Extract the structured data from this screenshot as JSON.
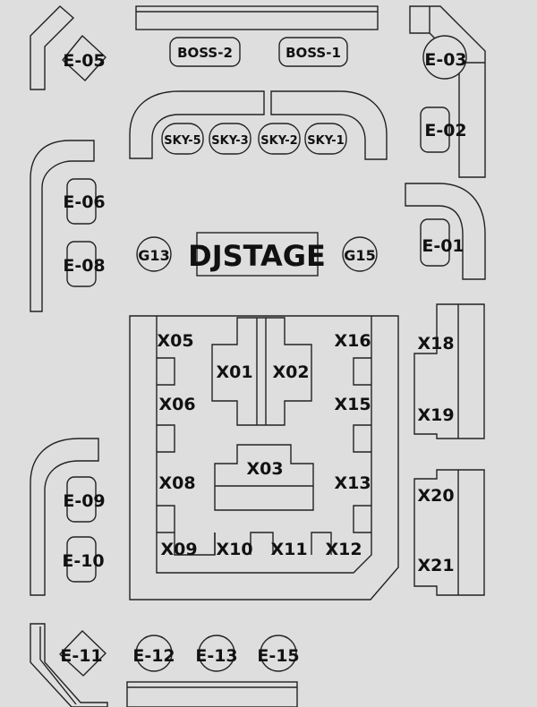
{
  "tables": {
    "e05": "E-05",
    "e03": "E-03",
    "e02": "E-02",
    "e01": "E-01",
    "e06": "E-06",
    "e08": "E-08",
    "e09": "E-09",
    "e10": "E-10",
    "e11": "E-11",
    "e12": "E-12",
    "e13": "E-13",
    "e15": "E-15",
    "boss2": "BOSS-2",
    "boss1": "BOSS-1",
    "sky5": "SKY-5",
    "sky3": "SKY-3",
    "sky2": "SKY-2",
    "sky1": "SKY-1",
    "g13": "G13",
    "g15": "G15",
    "x01": "X01",
    "x02": "X02",
    "x03": "X03",
    "x05": "X05",
    "x06": "X06",
    "x08": "X08",
    "x09": "X09",
    "x10": "X10",
    "x11": "X11",
    "x12": "X12",
    "x13": "X13",
    "x15": "X15",
    "x16": "X16",
    "x18": "X18",
    "x19": "X19",
    "x20": "X20",
    "x21": "X21"
  },
  "stage": {
    "label": "DJSTAGE"
  },
  "colors": {
    "background": "#dedede",
    "line": "#222222",
    "text": "#111111"
  }
}
